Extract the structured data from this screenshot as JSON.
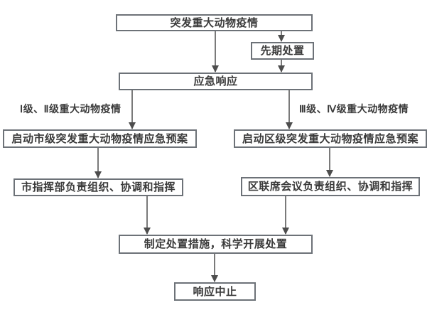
{
  "diagram": {
    "type": "flowchart",
    "nodes": {
      "outbreak": {
        "label": "突发重大动物疫情"
      },
      "preliminary": {
        "label": "先期处置"
      },
      "response": {
        "label": "应急响应"
      },
      "city_plan": {
        "label": "启动市级突发重大动物疫情应急预案"
      },
      "district_plan": {
        "label": "启动区级突发重大动物疫情应急预案"
      },
      "city_command": {
        "label": "市指挥部负责组织、协调和指挥"
      },
      "district_meeting": {
        "label": "区联席会议负责组织、协调和指挥"
      },
      "measures": {
        "label": "制定处置措施，科学开展处置"
      },
      "termination": {
        "label": "响应中止"
      }
    },
    "branch_labels": {
      "left": "Ⅰ级、Ⅱ级重大动物疫情",
      "right": "Ⅲ级、Ⅳ级重大动物疫情"
    },
    "edges": [
      {
        "from": "outbreak",
        "to": "response",
        "label": ""
      },
      {
        "from": "outbreak",
        "to": "preliminary",
        "label": ""
      },
      {
        "from": "preliminary",
        "to": "response",
        "label": ""
      },
      {
        "from": "response",
        "to": "city_plan",
        "label": "Ⅰ级、Ⅱ级重大动物疫情"
      },
      {
        "from": "response",
        "to": "district_plan",
        "label": "Ⅲ级、Ⅳ级重大动物疫情"
      },
      {
        "from": "city_plan",
        "to": "city_command",
        "label": ""
      },
      {
        "from": "district_plan",
        "to": "district_meeting",
        "label": ""
      },
      {
        "from": "city_command",
        "to": "measures",
        "label": ""
      },
      {
        "from": "district_meeting",
        "to": "measures",
        "label": ""
      },
      {
        "from": "measures",
        "to": "termination",
        "label": ""
      }
    ],
    "colors": {
      "box_border": "#6d7278",
      "box_fill": "#ffffff",
      "text": "#3a3a3a",
      "line": "#4d4d4d",
      "background": "#ffffff"
    }
  }
}
